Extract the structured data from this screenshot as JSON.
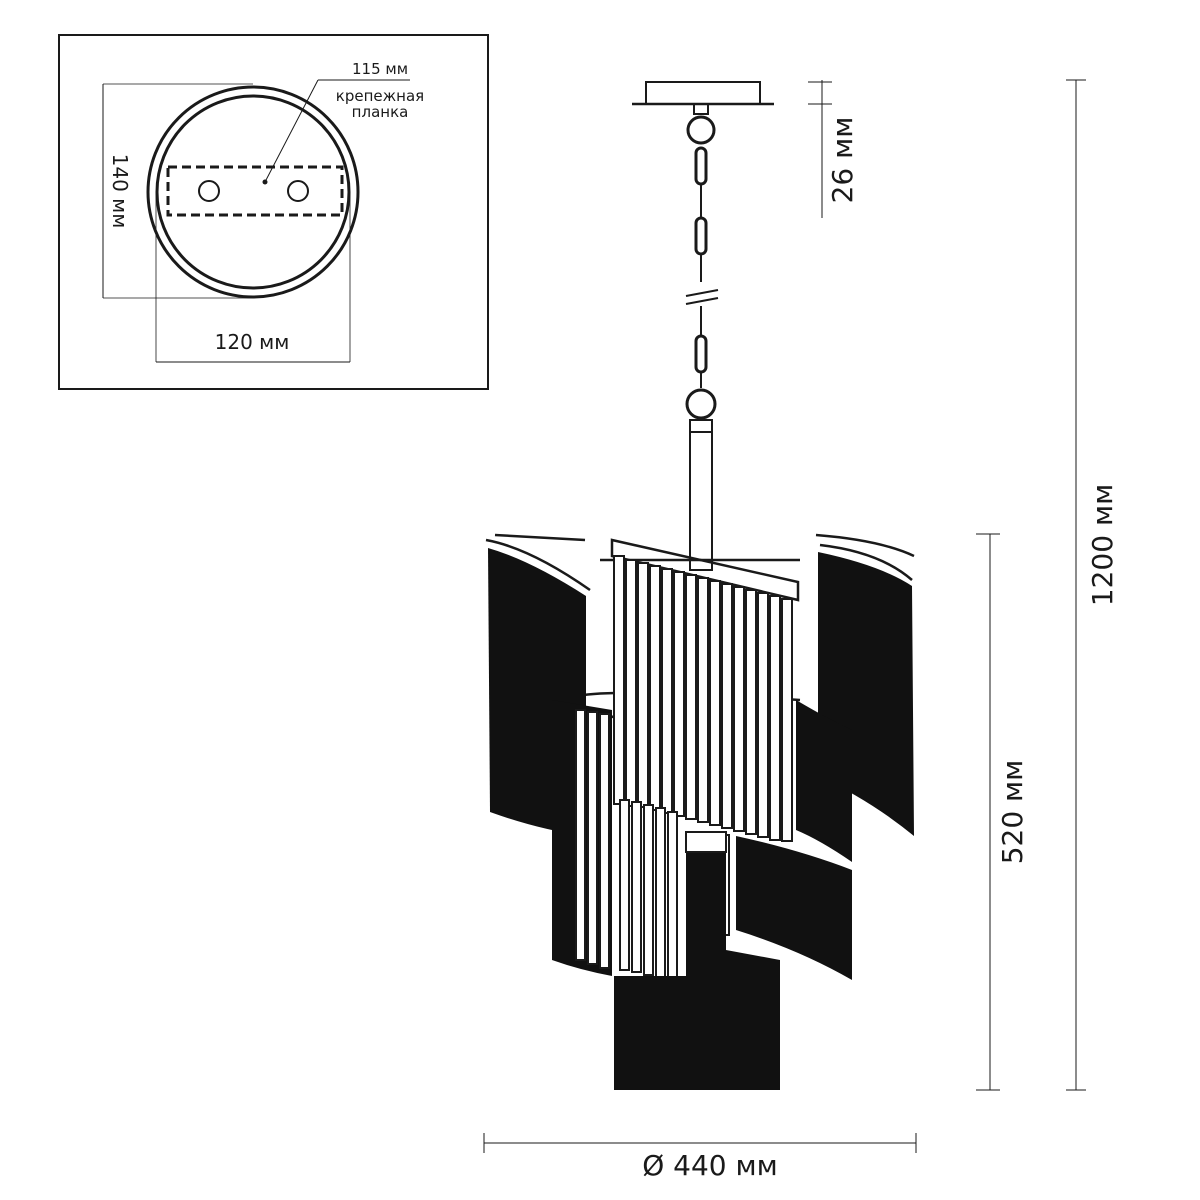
{
  "inset": {
    "mount_plate_label": "крепежная\nпланка",
    "mount_plate_label_line1": "крепежная",
    "mount_plate_label_line2": "планка",
    "spacing_dim": "115 мм",
    "height_dim": "140 мм",
    "width_dim": "120 мм"
  },
  "main": {
    "canopy_height_dim": "26 мм",
    "total_height_dim": "1200 мм",
    "body_height_dim": "520 мм",
    "diameter_dim": "Ø 440 мм"
  },
  "colors": {
    "line": "#1a1a1a",
    "fill_dark": "#111111",
    "background": "#ffffff"
  }
}
